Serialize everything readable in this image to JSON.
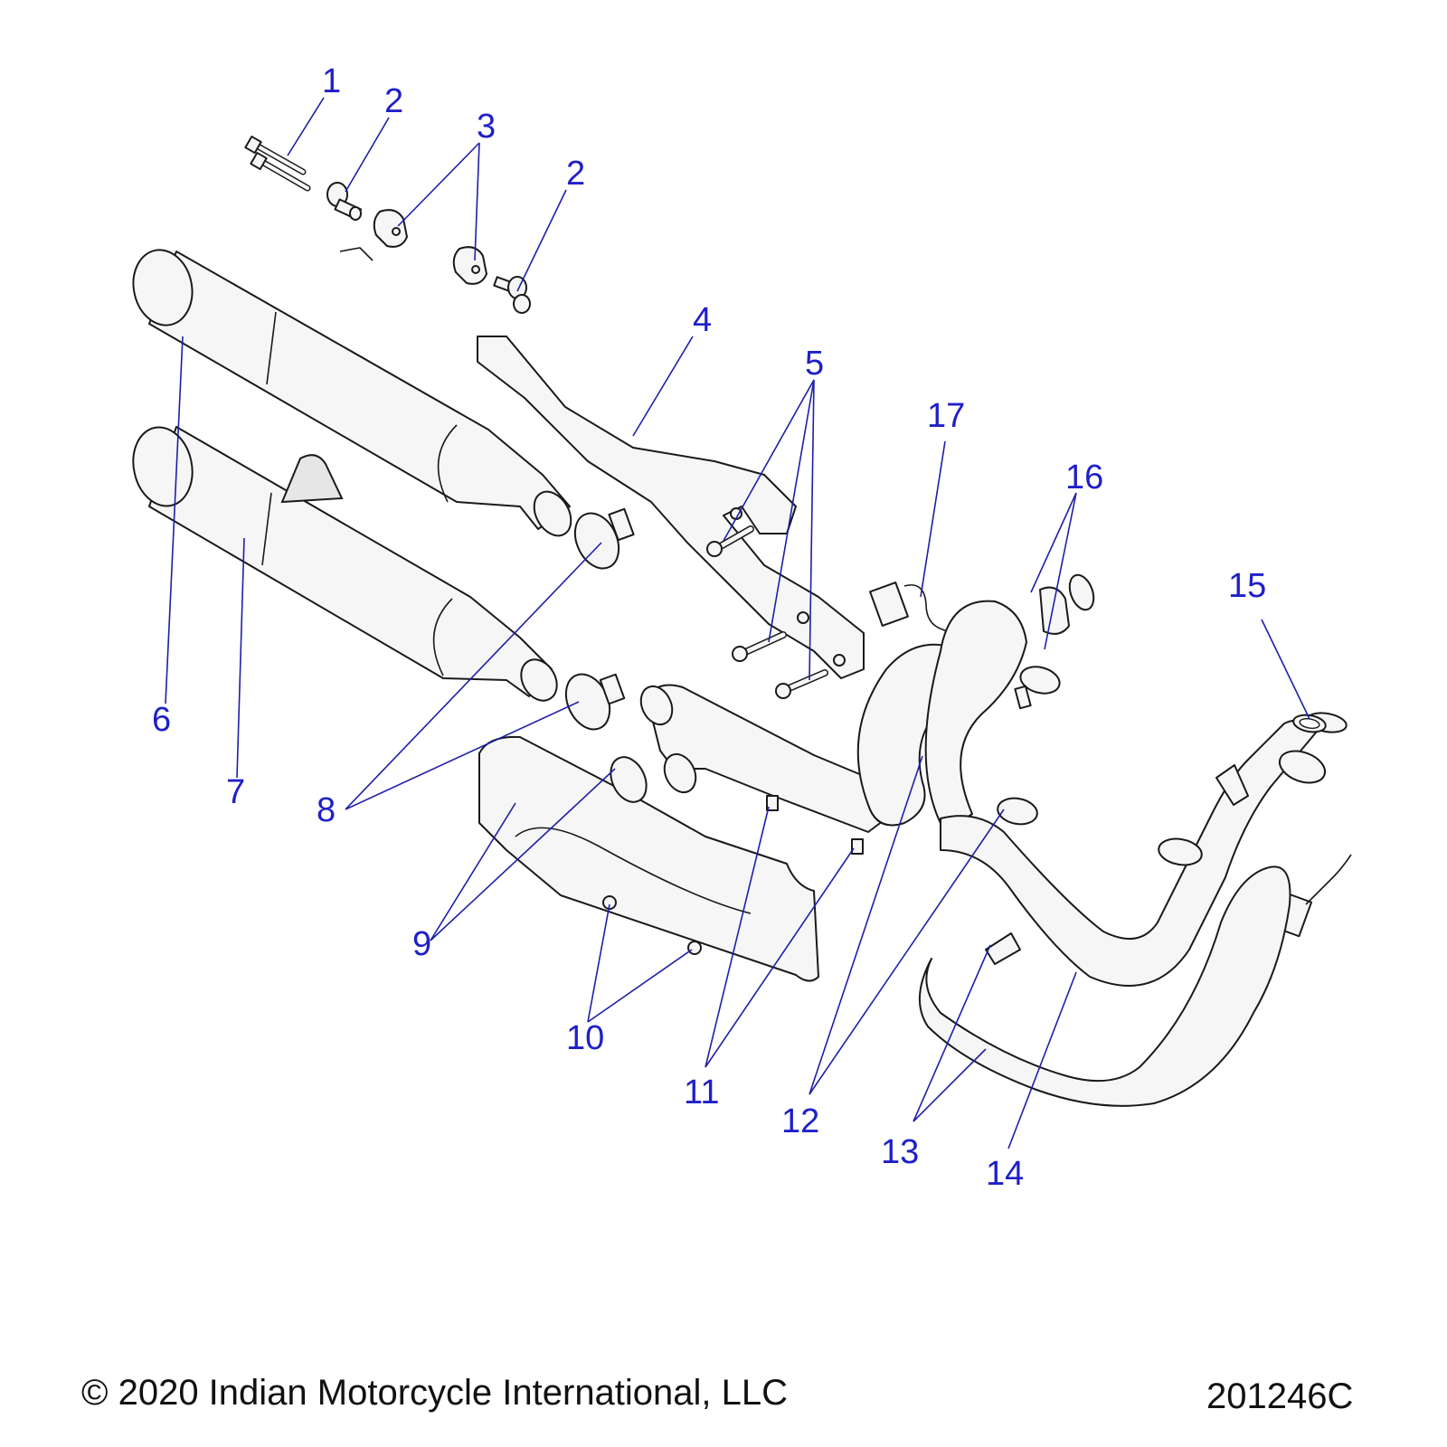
{
  "callouts": [
    {
      "label": "1"
    },
    {
      "label": "2"
    },
    {
      "label": "3"
    },
    {
      "label": "2"
    },
    {
      "label": "4"
    },
    {
      "label": "5"
    },
    {
      "label": "17"
    },
    {
      "label": "16"
    },
    {
      "label": "15"
    },
    {
      "label": "6"
    },
    {
      "label": "7"
    },
    {
      "label": "8"
    },
    {
      "label": "9"
    },
    {
      "label": "10"
    },
    {
      "label": "11"
    },
    {
      "label": "12"
    },
    {
      "label": "13"
    },
    {
      "label": "14"
    }
  ],
  "footer": {
    "copyright": "© 2020 Indian Motorcycle International, LLC",
    "drawing_number": "201246C"
  }
}
